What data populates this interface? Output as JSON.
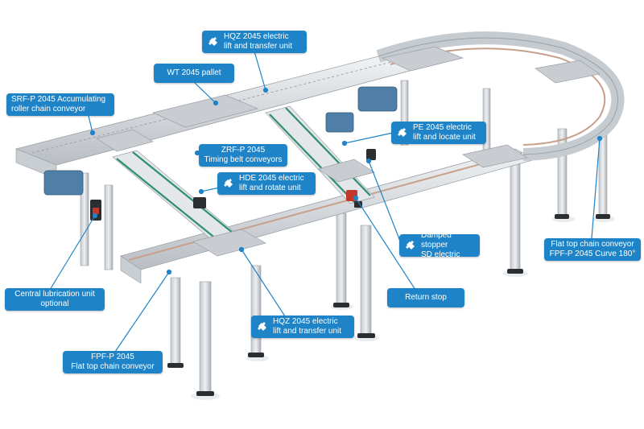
{
  "colors": {
    "callout_bg": "#1e84c7",
    "callout_text": "#ffffff",
    "leader": "#1e84c7",
    "frame": "#d6d9dd",
    "frame_dark": "#a7adb3",
    "motor": "#4f7fa8",
    "belt": "#2f8f6f",
    "stopper": "#c0392b",
    "plate": "#c9ccd0",
    "chain_top": "#c8a08a"
  },
  "labels": {
    "hqz_top": {
      "line1": "HQZ 2045 electric",
      "line2": "lift and transfer unit",
      "icon": "plug-icon"
    },
    "wt": {
      "line1": "WT 2045 pallet"
    },
    "srf": {
      "line1": "SRF-P 2045 Accumulating",
      "line2": "roller chain conveyor"
    },
    "pe": {
      "line1": "PE 2045 electric",
      "line2": "lift and locate unit",
      "icon": "plug-icon"
    },
    "zrf": {
      "line1": "ZRF-P 2045",
      "line2": "Timing belt conveyors"
    },
    "hde": {
      "line1": "HDE 2045 electric",
      "line2": "lift and rotate unit",
      "icon": "plug-icon"
    },
    "damped": {
      "line1": "Damped stopper",
      "line2": "SD electric",
      "icon": "plug-icon"
    },
    "flattop_curve": {
      "line1": "Flat top chain conveyor",
      "line2": "FPF-P 2045 Curve 180°"
    },
    "central": {
      "line1": "Central lubrication unit",
      "line2": "optional"
    },
    "return": {
      "line1": "Return stop"
    },
    "hqz_bottom": {
      "line1": "HQZ 2045 electric",
      "line2": "lift and transfer unit",
      "icon": "plug-icon"
    },
    "fpf": {
      "line1": "FPF-P 2045",
      "line2": "Flat top chain conveyor"
    }
  }
}
